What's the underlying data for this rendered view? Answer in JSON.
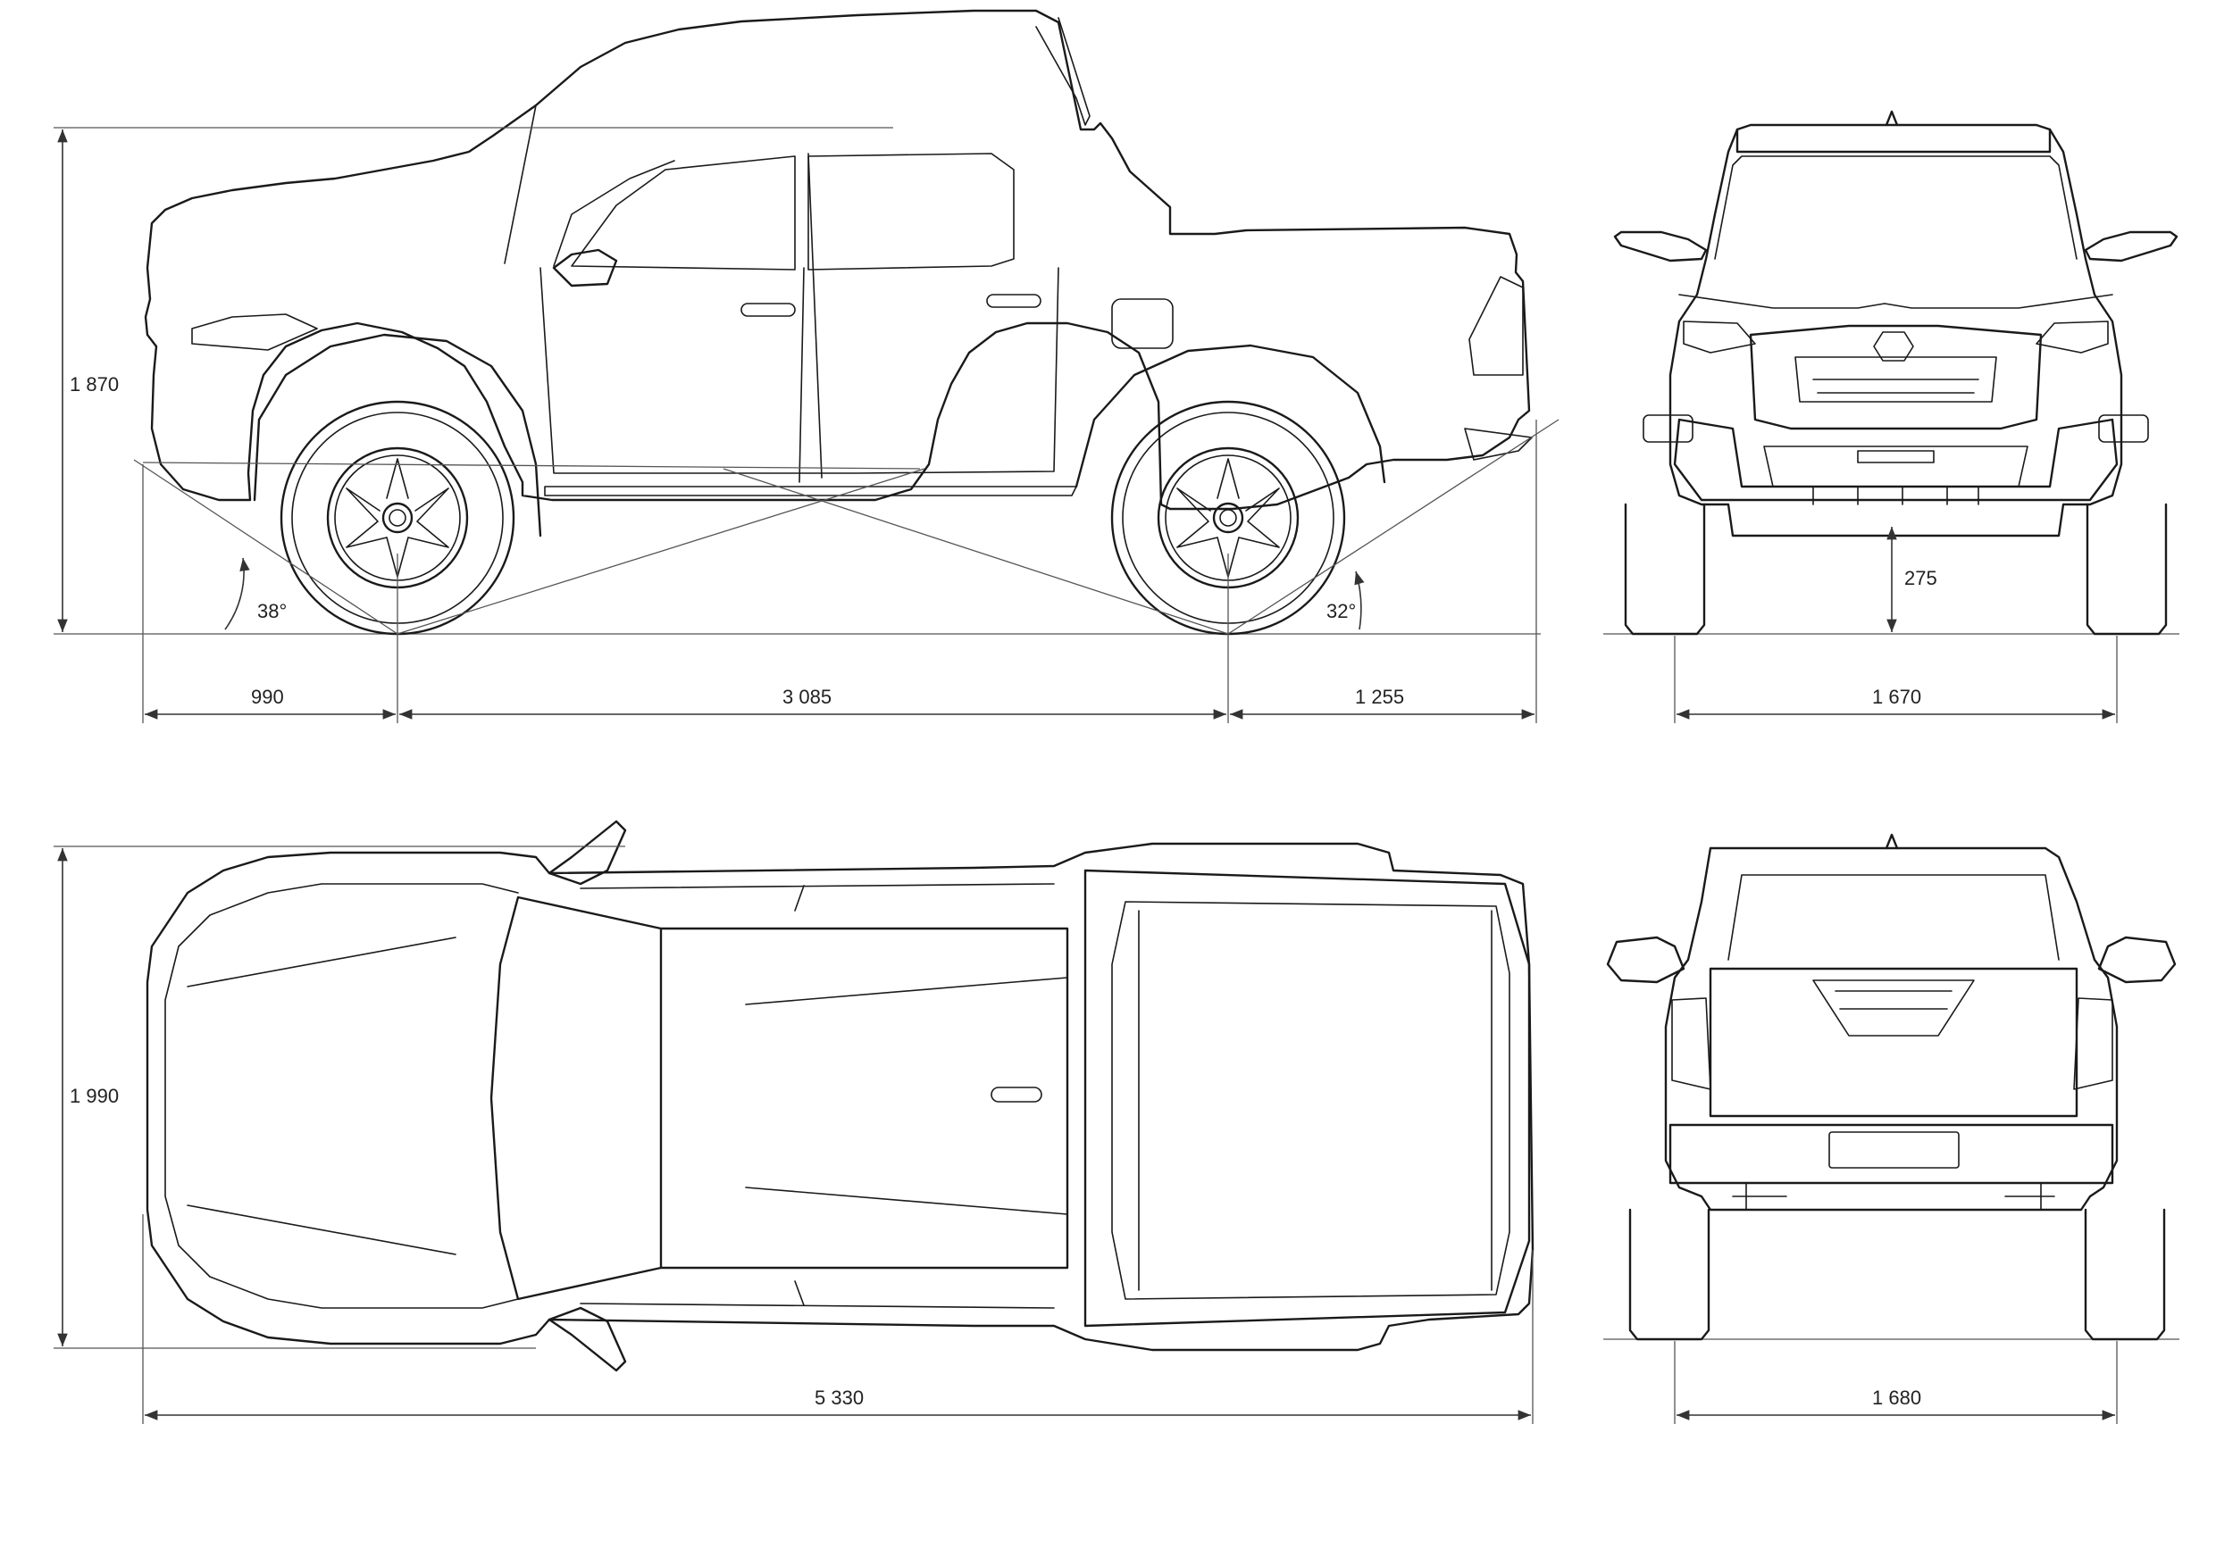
{
  "dimensions": {
    "height_total": "1 870",
    "front_overhang": "990",
    "wheelbase": "3 085",
    "rear_overhang": "1 255",
    "approach_angle": "38°",
    "departure_angle": "32°",
    "ground_clearance": "275",
    "front_track": "1 670",
    "width_total": "1 990",
    "length_total": "5 330",
    "rear_track": "1 680"
  },
  "colors": {
    "line": "#1a1a1a",
    "dimension": "#333333",
    "background": "#ffffff"
  }
}
